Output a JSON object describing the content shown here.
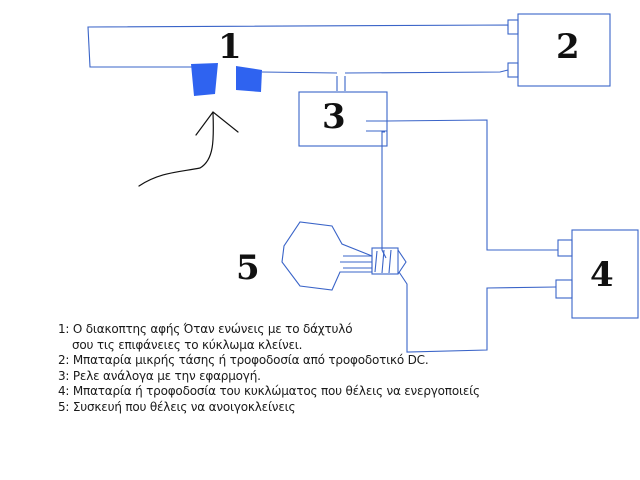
{
  "colors": {
    "wire": "#3a64c8",
    "switch_pad": "#2f63f0",
    "ink": "#111111"
  },
  "components": {
    "switch": "1",
    "low_voltage_supply": "2",
    "relay": "3",
    "load_supply": "4",
    "device": "5"
  },
  "legend": {
    "line1": "1: Ο διακοπτης αφής Όταν ενώνεις με το δάχτυλό",
    "line1b": "σου τις επιφάνειες το κύκλωμα κλείνει.",
    "line2": "2: Μπαταρία μικρής τάσης ή τροφοδοσία από τροφοδοτικό DC.",
    "line3": "3: Ρελε ανάλογα με την εφαρμογή.",
    "line4": "4: Μπαταρία ή τροφοδοσία του κυκλώματος που θέλεις να ενεργοποιείς",
    "line5": "5: Συσκευή που θέλεις να ανοιγοκλείνεις"
  }
}
